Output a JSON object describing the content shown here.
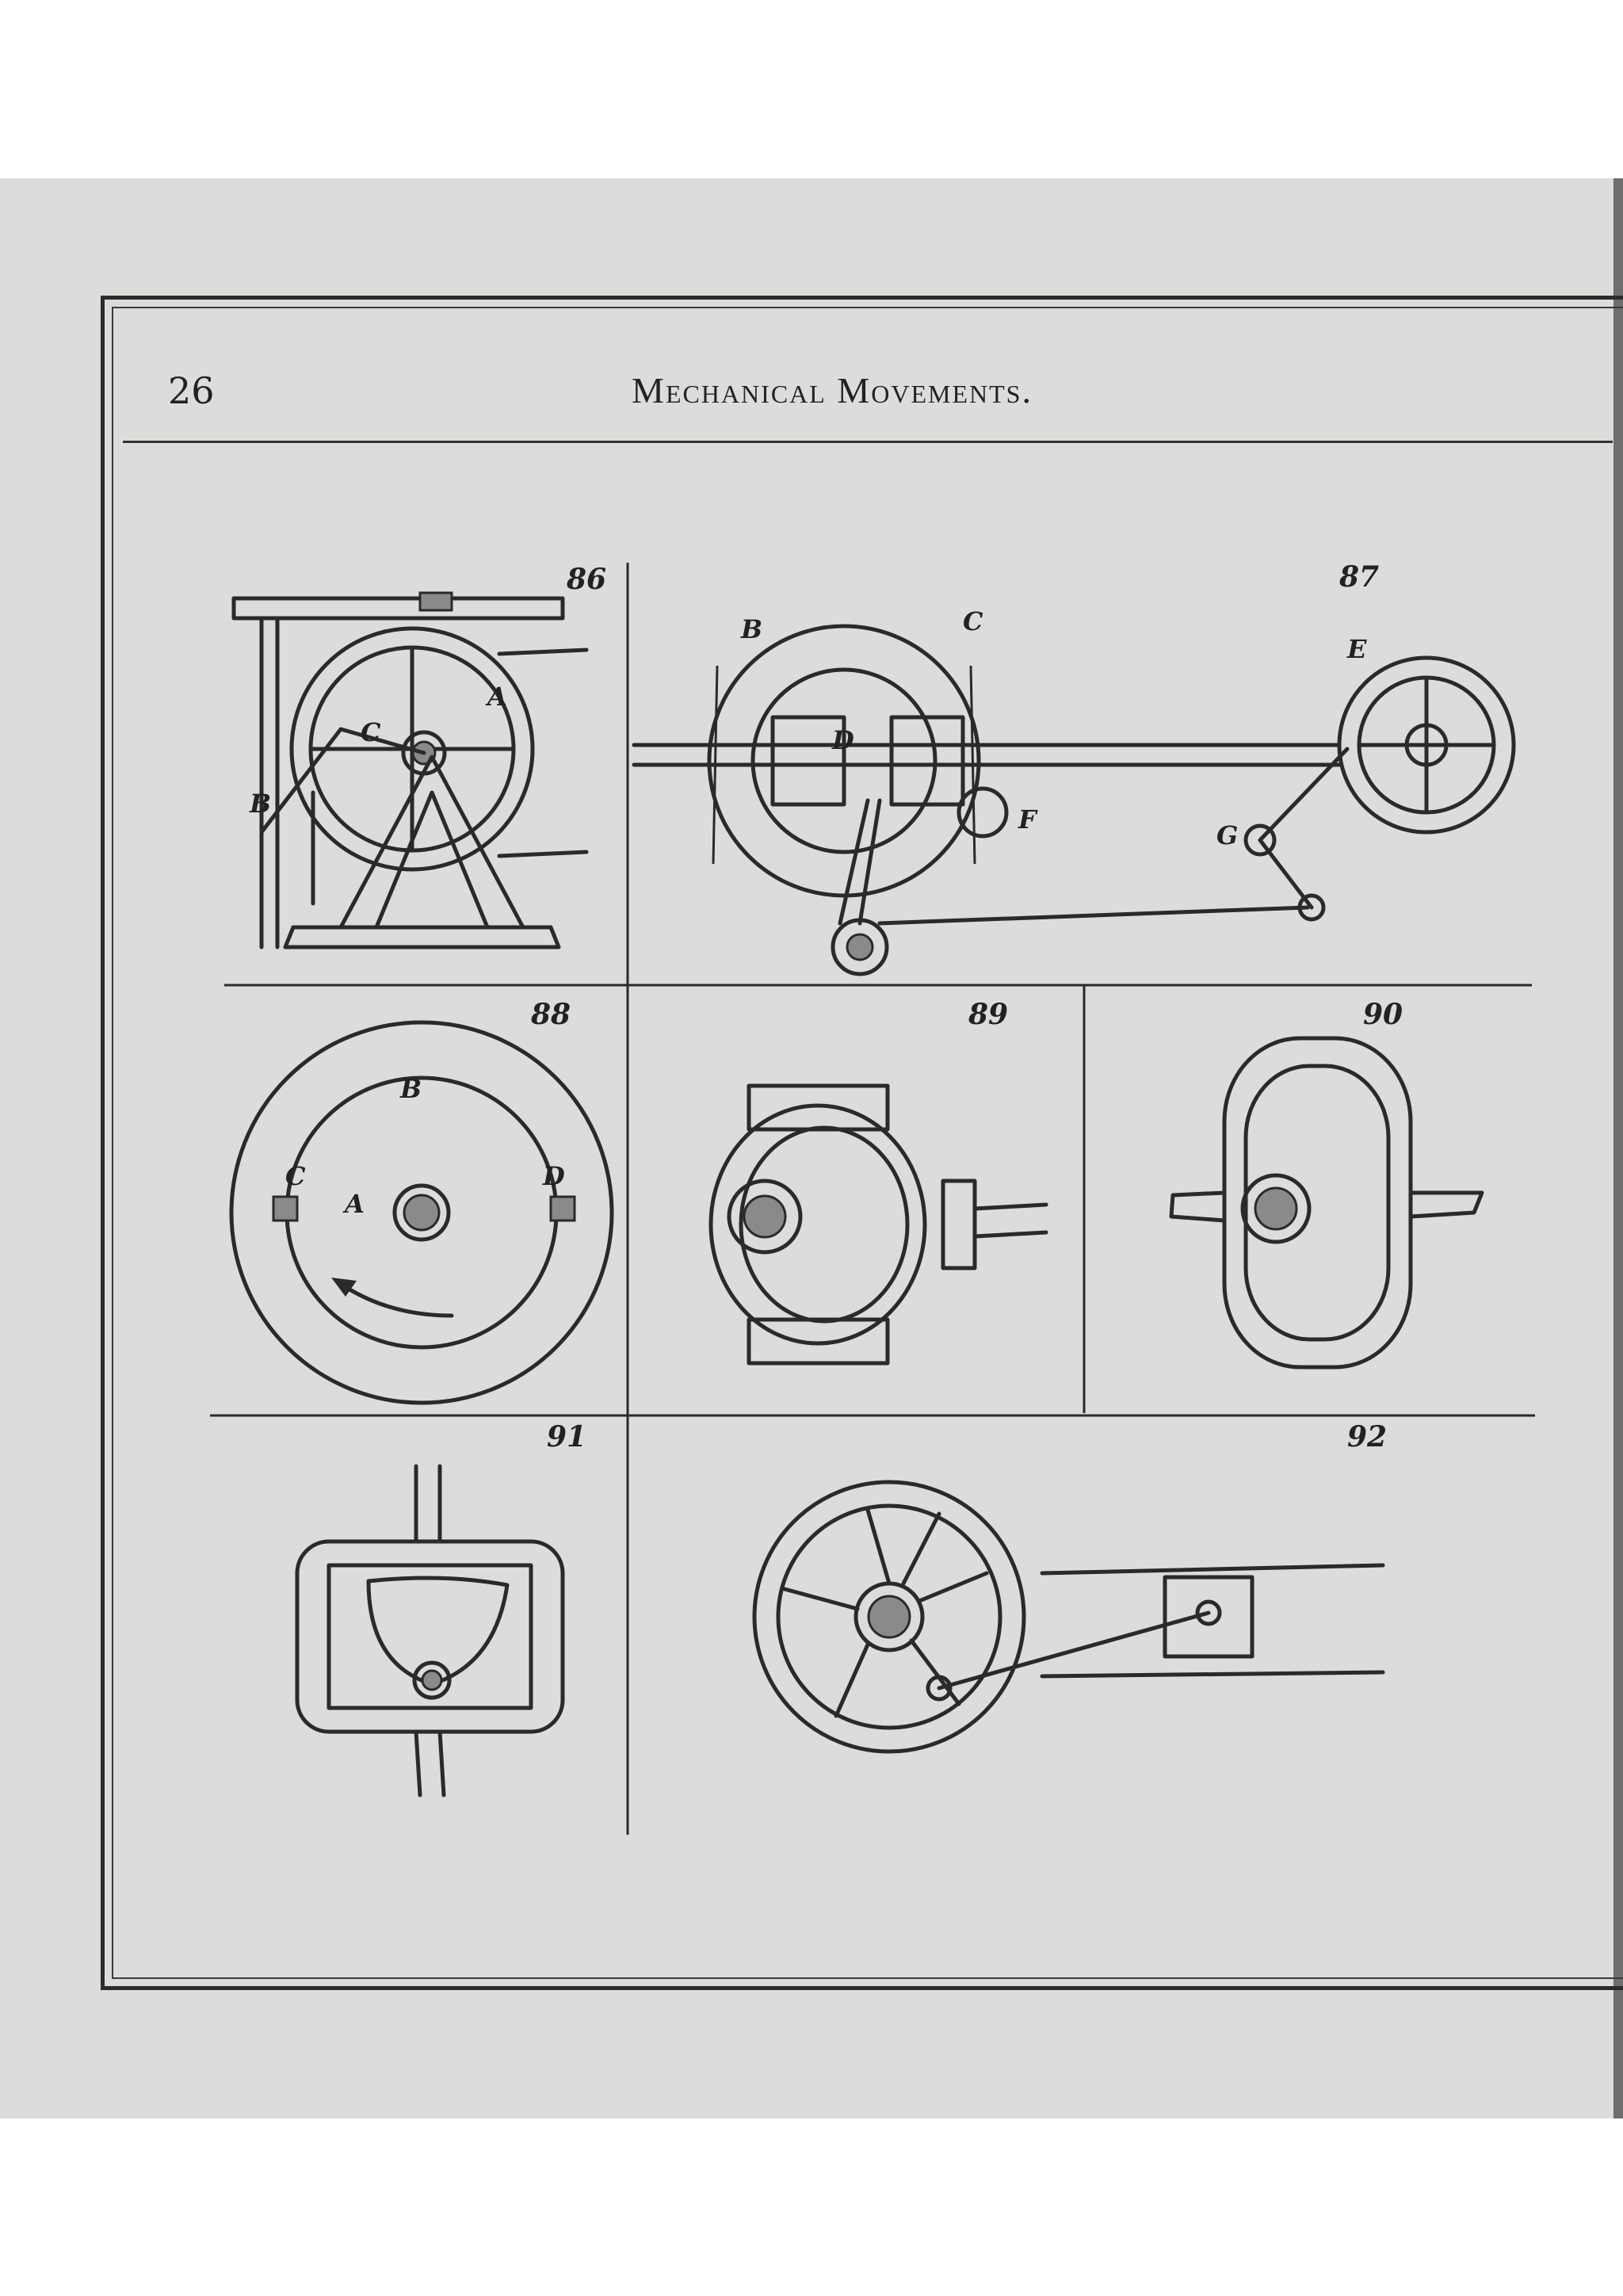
{
  "page": {
    "number": "26",
    "running_title": "Mechanical Movements."
  },
  "figures": [
    {
      "number": "86",
      "labels": [
        "A",
        "B",
        "C"
      ]
    },
    {
      "number": "87",
      "labels": [
        "B",
        "C",
        "D",
        "E",
        "F",
        "G"
      ]
    },
    {
      "number": "88",
      "labels": [
        "A",
        "B",
        "C",
        "D"
      ]
    },
    {
      "number": "89",
      "labels": []
    },
    {
      "number": "90",
      "labels": []
    },
    {
      "number": "91",
      "labels": []
    },
    {
      "number": "92",
      "labels": []
    }
  ]
}
